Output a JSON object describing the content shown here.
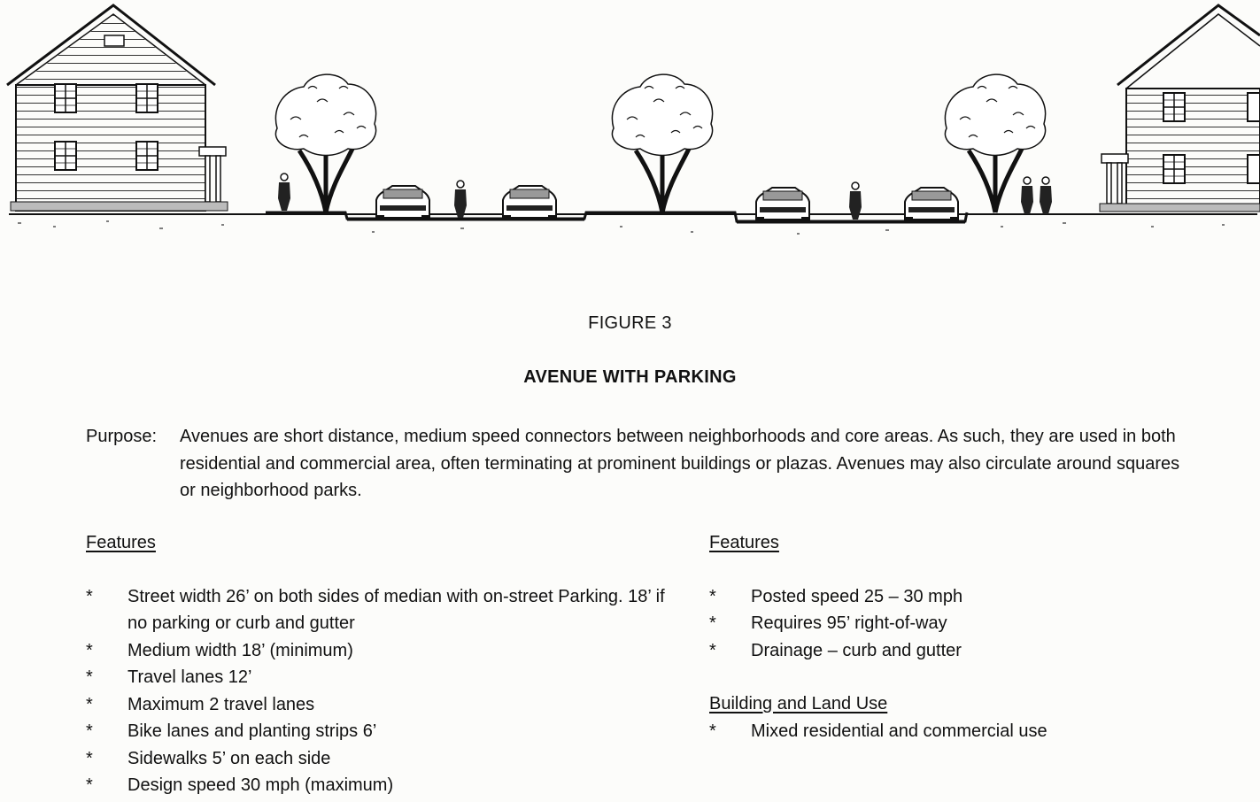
{
  "figure": {
    "number": "FIGURE 3",
    "title": "AVENUE WITH PARKING"
  },
  "purpose": {
    "label": "Purpose:",
    "text": "Avenues are short distance, medium speed connectors between neighborhoods and core areas.  As such, they are used in both residential and commercial area, often terminating at prominent buildings or plazas.  Avenues may also circulate around squares or neighborhood parks."
  },
  "left_column": {
    "heading": "Features",
    "items": [
      "Street width 26’ on both sides of median with on-street Parking.  18’ if no parking or curb and gutter",
      "Medium width 18’ (minimum)",
      "Travel lanes 12’",
      "Maximum 2 travel lanes",
      "Bike lanes and planting strips 6’",
      "Sidewalks 5’ on each side",
      "Design speed 30 mph (maximum)"
    ]
  },
  "right_column": {
    "heading": "Features",
    "items": [
      "Posted speed 25 – 30 mph",
      "Requires 95’ right-of-way",
      "Drainage – curb and gutter"
    ],
    "heading2": "Building and Land Use",
    "items2": [
      "Mixed residential and commercial use"
    ]
  },
  "bullet": "*"
}
